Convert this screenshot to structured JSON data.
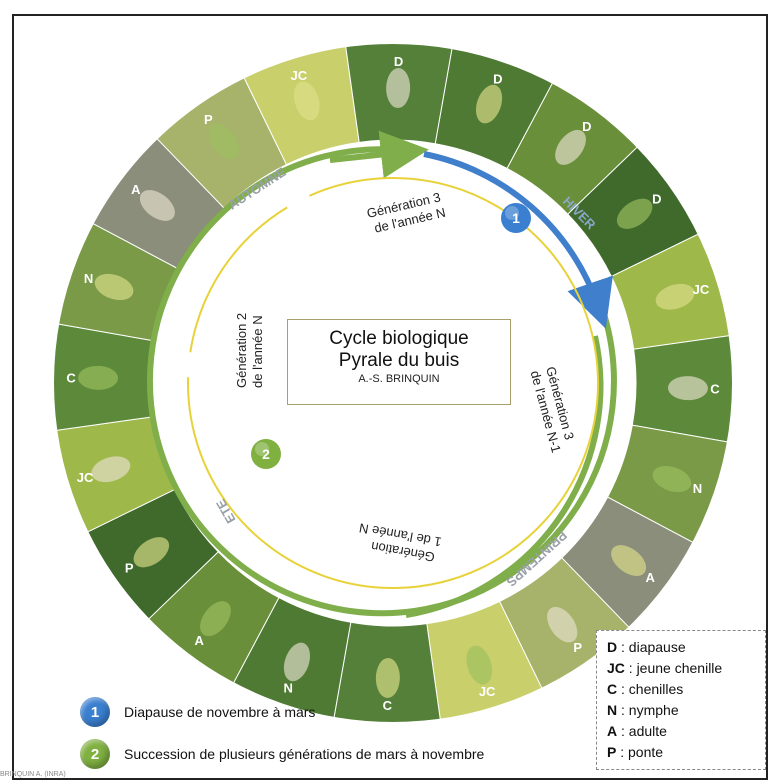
{
  "diagram": {
    "title_line1": "Cycle biologique",
    "title_line2": "Pyrale du buis",
    "author": "A.-S. BRINQUIN",
    "seasons": [
      "HIVER",
      "PRINTEMPS",
      "ETE",
      "AUTOMNE"
    ],
    "generations": [
      {
        "line1": "Génération 3",
        "line2": "de l'année N"
      },
      {
        "line1": "Génération 2",
        "line2": "de l'année N"
      },
      {
        "line1": "Génération 3",
        "line2": "de l'année N-1"
      },
      {
        "line1": "Génération",
        "line2": "1 de l'année N"
      }
    ],
    "markers": [
      "1",
      "2"
    ],
    "photo_labels": [
      "D",
      "D",
      "D",
      "JC",
      "C",
      "N",
      "A",
      "P",
      "JC",
      "C",
      "N",
      "A",
      "P",
      "JC",
      "C",
      "N",
      "A",
      "P",
      "JC",
      "D"
    ]
  },
  "legend": {
    "items": [
      {
        "code": "D",
        "text": " : diapause"
      },
      {
        "code": "JC",
        "text": " : jeune chenille"
      },
      {
        "code": "C",
        "text": " : chenilles"
      },
      {
        "code": "N",
        "text": " : nymphe"
      },
      {
        "code": "A",
        "text": " : adulte"
      },
      {
        "code": "P",
        "text": " : ponte"
      }
    ]
  },
  "notes": [
    {
      "num": "1",
      "text": "Diapause de novembre à mars"
    },
    {
      "num": "2",
      "text": "Succession de plusieurs générations de mars à novembre"
    }
  ],
  "credit": "BRINQUIN A. (INRA)",
  "colors": {
    "blue_arrow": "#3f7fcc",
    "green_ring": "#7fae4a",
    "yellow_arrow": "#e8d23a",
    "photo_dark": "#3c5a2a"
  }
}
